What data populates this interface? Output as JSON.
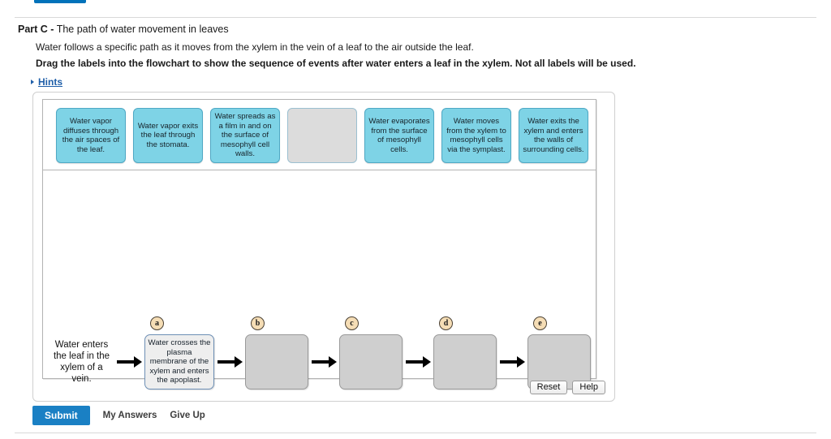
{
  "top_button": {
    "label": ""
  },
  "header": {
    "part_label": "Part C -",
    "part_title": " The path of water movement in leaves",
    "intro": "Water follows a specific path as it moves from the xylem in the vein of a leaf to the air outside the leaf.",
    "instruction": "Drag the labels into the flowchart to show the sequence of events after water enters a leaf in the xylem. Not all labels will be used.",
    "hints_label": "Hints"
  },
  "label_bank": {
    "labels": [
      {
        "id": "lbl-1",
        "text": "Water vapor diffuses through the air spaces of the leaf.",
        "state": "available"
      },
      {
        "id": "lbl-2",
        "text": "Water vapor exits the leaf through the stomata.",
        "state": "available"
      },
      {
        "id": "lbl-3",
        "text": "Water spreads as a film in and on the surface of mesophyll cell walls.",
        "state": "available"
      },
      {
        "id": "lbl-4",
        "text": "",
        "state": "empty"
      },
      {
        "id": "lbl-5",
        "text": "Water evaporates from the surface of mesophyll cells.",
        "state": "available"
      },
      {
        "id": "lbl-6",
        "text": "Water moves from the xylem to mesophyll cells via the symplast.",
        "state": "available"
      },
      {
        "id": "lbl-7",
        "text": "Water exits the xylem and enters the walls of surrounding cells.",
        "state": "available"
      }
    ]
  },
  "flowchart": {
    "start_text": "Water enters the leaf in the xylem of a vein.",
    "slots": [
      {
        "badge": "a",
        "text": "Water crosses the plasma membrane of the xylem and enters the apoplast.",
        "state": "filled"
      },
      {
        "badge": "b",
        "text": "",
        "state": "empty"
      },
      {
        "badge": "c",
        "text": "",
        "state": "empty"
      },
      {
        "badge": "d",
        "text": "",
        "state": "empty"
      },
      {
        "badge": "e",
        "text": "",
        "state": "empty"
      }
    ]
  },
  "panel_footer": {
    "reset_label": "Reset",
    "help_label": "Help"
  },
  "actions": {
    "submit_label": "Submit",
    "my_answers_label": "My Answers",
    "give_up_label": "Give Up"
  },
  "colors": {
    "label_fill": "#7ed3e6",
    "slot_fill": "#cfcfcf",
    "badge_fill": "#f5ddb5",
    "submit_blue": "#1a80c4",
    "link_blue": "#1f5fa9"
  }
}
